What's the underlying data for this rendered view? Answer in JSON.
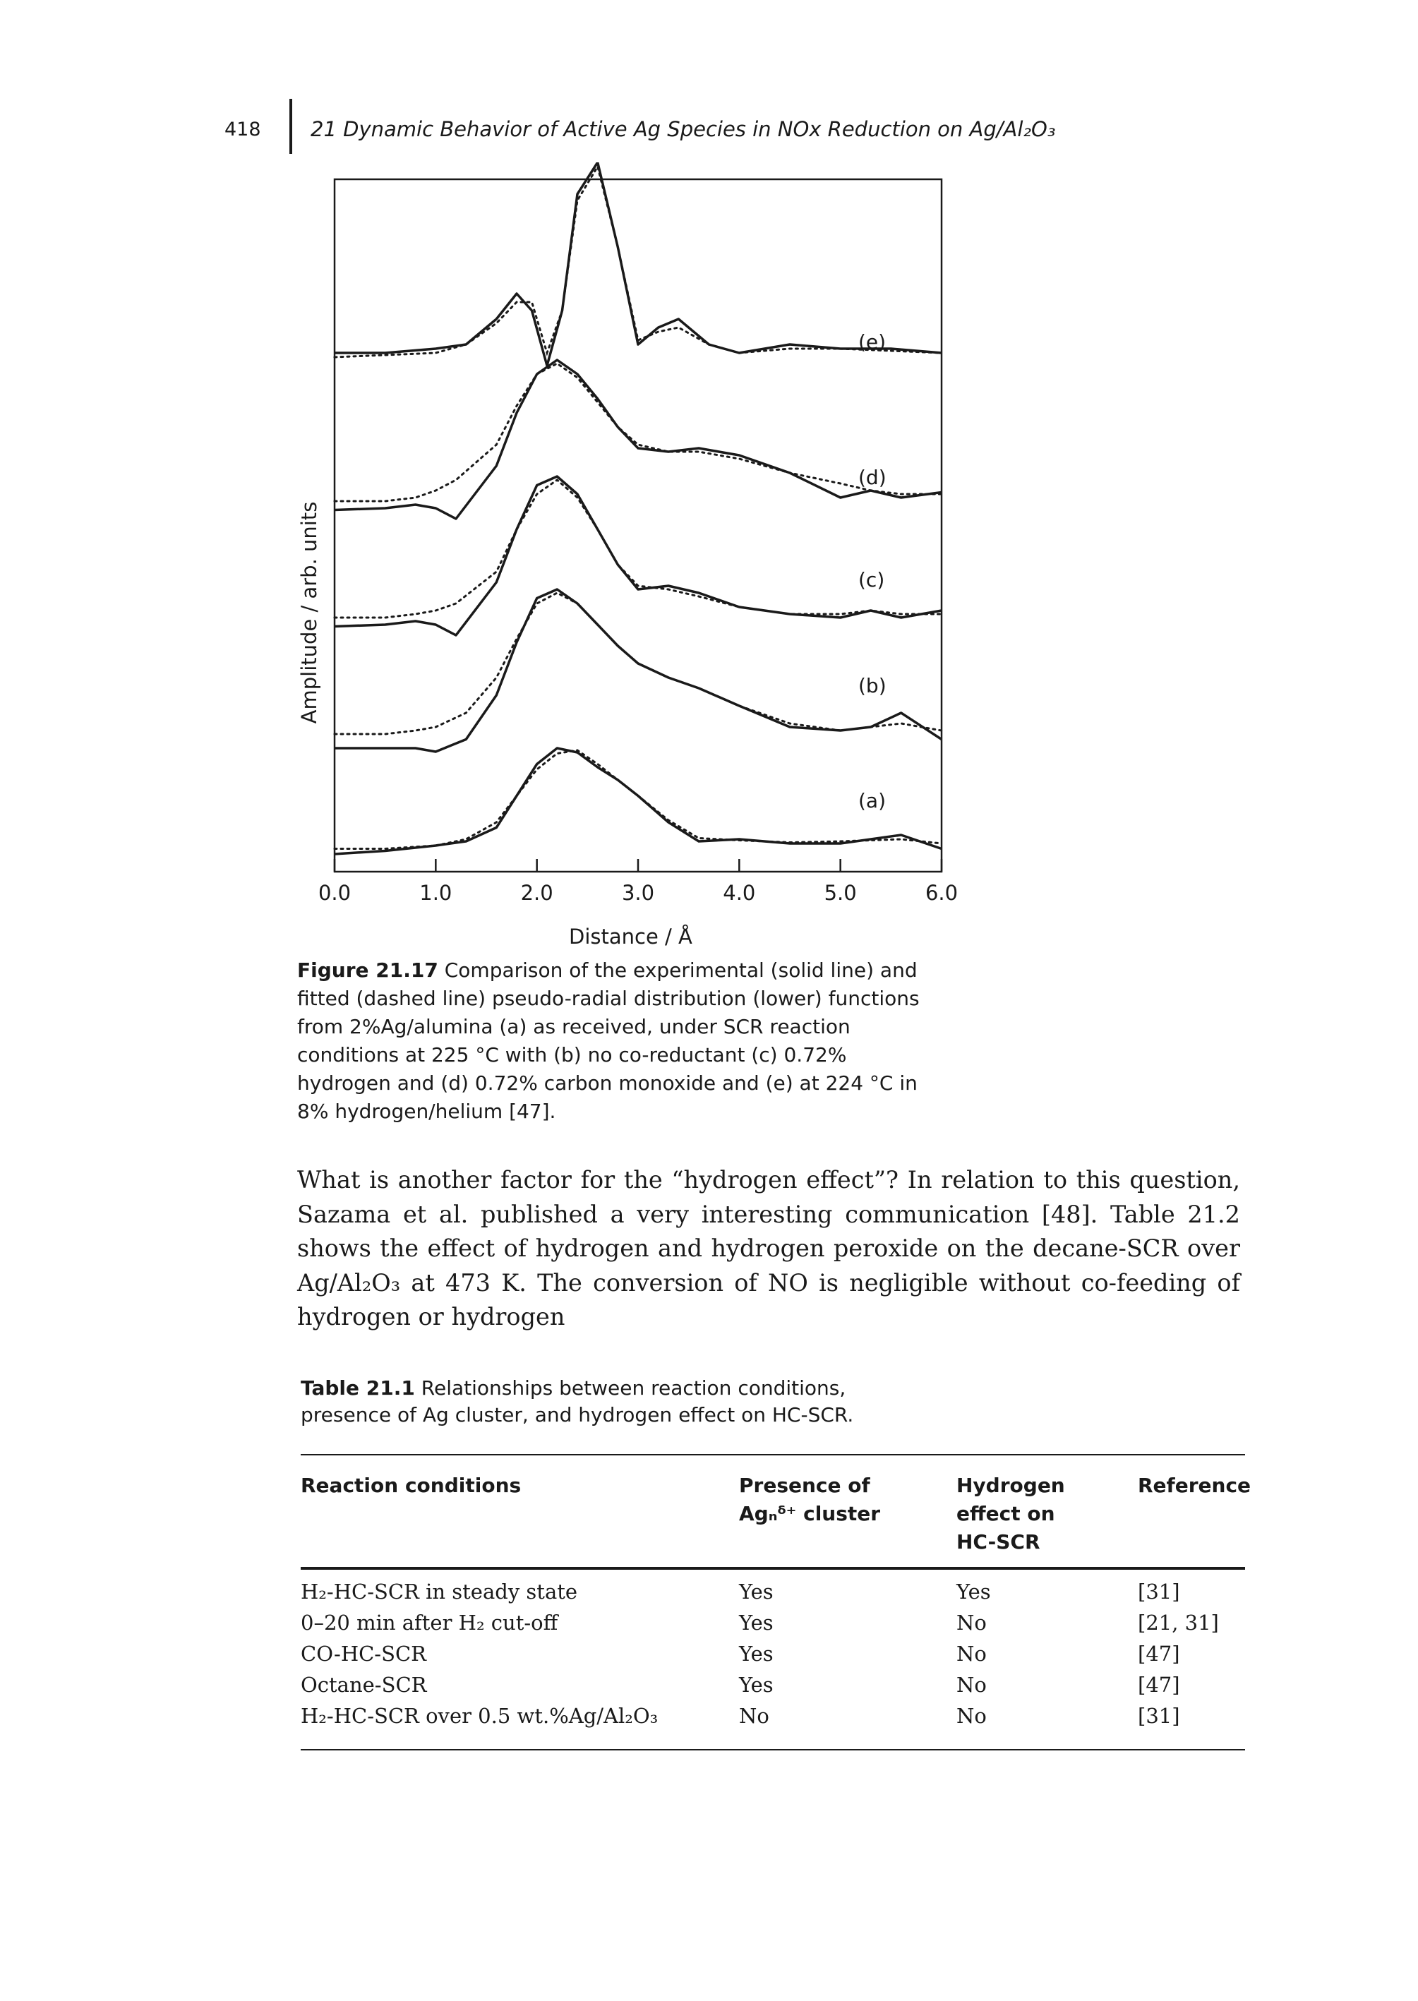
{
  "header": {
    "page_number": "418",
    "running_title": "21 Dynamic Behavior of Active Ag Species in NOx Reduction on Ag/Al₂O₃"
  },
  "figure": {
    "chart_data": {
      "type": "line",
      "xlabel": "Distance / Å",
      "ylabel": "Amplitude / arb. units",
      "xlim": [
        0.0,
        6.0
      ],
      "x_ticks": [
        "0.0",
        "1.0",
        "2.0",
        "3.0",
        "4.0",
        "5.0",
        "6.0"
      ],
      "line_styles": {
        "experimental": "solid",
        "fitted": "dotted"
      },
      "series": [
        {
          "label": "(a)",
          "x": [
            0.0,
            0.5,
            1.0,
            1.3,
            1.6,
            1.8,
            2.0,
            2.2,
            2.4,
            2.6,
            2.8,
            3.0,
            3.3,
            3.6,
            4.0,
            4.5,
            5.0,
            5.3,
            5.6,
            6.0
          ],
          "solid": [
            0.0,
            0.03,
            0.08,
            0.12,
            0.25,
            0.55,
            0.85,
            1.0,
            0.96,
            0.82,
            0.7,
            0.55,
            0.3,
            0.12,
            0.14,
            0.1,
            0.1,
            0.14,
            0.18,
            0.05
          ],
          "fitted": [
            0.05,
            0.05,
            0.08,
            0.14,
            0.3,
            0.55,
            0.8,
            0.95,
            0.98,
            0.85,
            0.7,
            0.55,
            0.32,
            0.15,
            0.13,
            0.11,
            0.12,
            0.13,
            0.14,
            0.1
          ]
        },
        {
          "label": "(b)",
          "x": [
            0.0,
            0.5,
            0.8,
            1.0,
            1.3,
            1.6,
            1.8,
            2.0,
            2.2,
            2.4,
            2.6,
            2.8,
            3.0,
            3.3,
            3.6,
            4.0,
            4.5,
            5.0,
            5.3,
            5.6,
            6.0
          ],
          "solid": [
            0.1,
            0.1,
            0.1,
            0.08,
            0.15,
            0.4,
            0.7,
            0.95,
            1.0,
            0.92,
            0.8,
            0.68,
            0.58,
            0.5,
            0.44,
            0.34,
            0.22,
            0.2,
            0.22,
            0.3,
            0.15
          ],
          "fitted": [
            0.18,
            0.18,
            0.2,
            0.22,
            0.3,
            0.5,
            0.72,
            0.92,
            0.98,
            0.92,
            0.8,
            0.68,
            0.58,
            0.5,
            0.44,
            0.34,
            0.24,
            0.2,
            0.22,
            0.24,
            0.2
          ]
        },
        {
          "label": "(c)",
          "x": [
            0.0,
            0.5,
            0.8,
            1.0,
            1.2,
            1.6,
            1.8,
            2.0,
            2.2,
            2.4,
            2.6,
            2.8,
            3.0,
            3.3,
            3.6,
            4.0,
            4.5,
            5.0,
            5.3,
            5.6,
            6.0
          ],
          "solid": [
            0.15,
            0.16,
            0.18,
            0.16,
            0.1,
            0.4,
            0.7,
            0.95,
            1.0,
            0.9,
            0.7,
            0.5,
            0.36,
            0.38,
            0.34,
            0.26,
            0.22,
            0.2,
            0.24,
            0.2,
            0.24
          ],
          "fitted": [
            0.2,
            0.2,
            0.22,
            0.24,
            0.28,
            0.46,
            0.7,
            0.9,
            0.98,
            0.88,
            0.7,
            0.5,
            0.38,
            0.36,
            0.32,
            0.26,
            0.22,
            0.22,
            0.24,
            0.22,
            0.22
          ]
        },
        {
          "label": "(d)",
          "x": [
            0.0,
            0.5,
            0.8,
            1.0,
            1.2,
            1.6,
            1.8,
            2.0,
            2.2,
            2.4,
            2.6,
            2.8,
            3.0,
            3.3,
            3.6,
            4.0,
            4.5,
            5.0,
            5.3,
            5.6,
            6.0
          ],
          "solid": [
            0.15,
            0.16,
            0.18,
            0.16,
            0.1,
            0.4,
            0.7,
            0.92,
            1.0,
            0.92,
            0.78,
            0.62,
            0.5,
            0.48,
            0.5,
            0.46,
            0.36,
            0.22,
            0.26,
            0.22,
            0.25
          ],
          "fitted": [
            0.2,
            0.2,
            0.22,
            0.26,
            0.32,
            0.52,
            0.74,
            0.92,
            0.98,
            0.9,
            0.76,
            0.62,
            0.52,
            0.48,
            0.48,
            0.44,
            0.36,
            0.3,
            0.26,
            0.24,
            0.24
          ]
        },
        {
          "label": "(e)",
          "x": [
            0.0,
            0.5,
            1.0,
            1.3,
            1.6,
            1.8,
            1.95,
            2.1,
            2.25,
            2.4,
            2.6,
            2.8,
            3.0,
            3.2,
            3.4,
            3.7,
            4.0,
            4.5,
            5.0,
            5.5,
            6.0
          ],
          "solid": [
            0.1,
            0.1,
            0.12,
            0.14,
            0.26,
            0.38,
            0.3,
            0.04,
            0.3,
            0.85,
            1.0,
            0.6,
            0.14,
            0.22,
            0.26,
            0.14,
            0.1,
            0.14,
            0.12,
            0.12,
            0.1
          ],
          "fitted": [
            0.08,
            0.09,
            0.1,
            0.14,
            0.24,
            0.34,
            0.34,
            0.1,
            0.3,
            0.82,
            0.98,
            0.6,
            0.16,
            0.2,
            0.22,
            0.14,
            0.1,
            0.12,
            0.12,
            0.11,
            0.1
          ]
        }
      ]
    }
  },
  "caption": {
    "label": "Figure 21.17",
    "text": "Comparison of the experimental (solid line) and fitted (dashed line) pseudo-radial distribution (lower) functions from 2%Ag/alumina (a) as received, under SCR reaction conditions at 225 °C with (b) no co-reductant (c) 0.72% hydrogen and (d) 0.72% carbon monoxide and (e) at 224 °C in 8% hydrogen/helium [47]."
  },
  "body_paragraph": "What is another factor for the “hydrogen effect”? In relation to this question, Sazama et al. published a very interesting communication [48]. Table 21.2 shows the effect of hydrogen and hydrogen peroxide on the decane-SCR over Ag/Al₂O₃ at 473 K. The conversion of NO is negligible without co-feeding of hydrogen or hydrogen",
  "table": {
    "label": "Table 21.1",
    "caption": "Relationships between reaction conditions, presence of Ag cluster, and hydrogen effect on HC-SCR.",
    "headers": {
      "conditions": "Reaction conditions",
      "presence": "Presence of Agₙᵟ⁺ cluster",
      "hydrogen": "Hydrogen effect on HC-SCR",
      "reference": "Reference"
    },
    "rows": [
      {
        "conditions": "H₂-HC-SCR in steady state",
        "presence": "Yes",
        "hydrogen": "Yes",
        "reference": "[31]"
      },
      {
        "conditions": "0–20 min after H₂ cut-off",
        "presence": "Yes",
        "hydrogen": "No",
        "reference": "[21, 31]"
      },
      {
        "conditions": "CO-HC-SCR",
        "presence": "Yes",
        "hydrogen": "No",
        "reference": "[47]"
      },
      {
        "conditions": "Octane-SCR",
        "presence": "Yes",
        "hydrogen": "No",
        "reference": "[47]"
      },
      {
        "conditions": "H₂-HC-SCR over 0.5 wt.%Ag/Al₂O₃",
        "presence": "No",
        "hydrogen": "No",
        "reference": "[31]"
      }
    ]
  }
}
